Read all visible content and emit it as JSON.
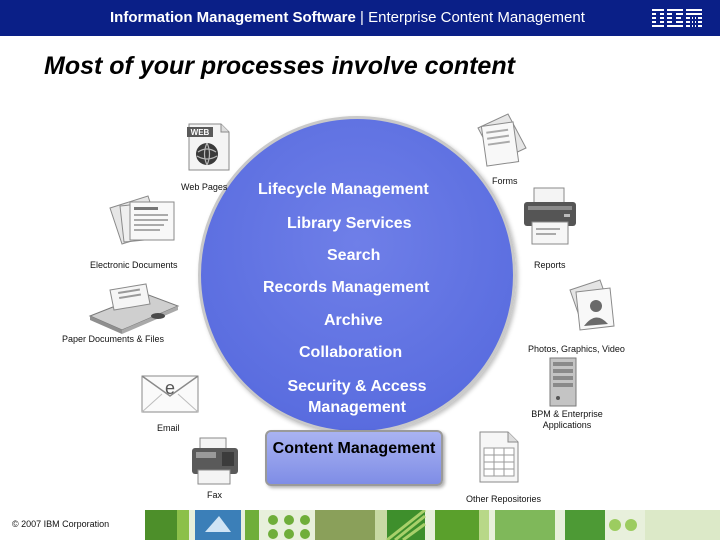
{
  "header": {
    "title_strong": "Information Management Software",
    "separator": " | ",
    "title_rest": "Enterprise Content Management",
    "logo": "IBM"
  },
  "slide": {
    "title": "Most of your processes involve content"
  },
  "services": [
    "Lifecycle Management",
    "Library Services",
    "Search",
    "Records Management",
    "Archive",
    "Collaboration",
    "Security & Access Management"
  ],
  "core": {
    "label": "Content Management"
  },
  "sources_left": [
    {
      "label": "Web Pages",
      "icon": "web-page-icon"
    },
    {
      "label": "Electronic Documents",
      "icon": "electronic-documents-icon"
    },
    {
      "label": "Paper Documents & Files",
      "icon": "scanner-icon"
    },
    {
      "label": "Email",
      "icon": "email-envelope-icon"
    },
    {
      "label": "Fax",
      "icon": "fax-icon"
    }
  ],
  "sources_right": [
    {
      "label": "Forms",
      "icon": "forms-icon"
    },
    {
      "label": "Reports",
      "icon": "printer-icon"
    },
    {
      "label": "Photos, Graphics, Video",
      "icon": "photos-icon"
    },
    {
      "label": "BPM & Enterprise Applications",
      "icon": "server-icon"
    },
    {
      "label": "Other Repositories",
      "icon": "repository-icon"
    }
  ],
  "web_icon_text": "WEB",
  "email_icon_text": "e",
  "footer": {
    "copyright": "© 2007 IBM Corporation"
  },
  "colors": {
    "header_bg": "#0a1f87",
    "circle_fill": "#5b6ee0",
    "core_box": "#8f9ce9",
    "footer_strip_green": "#5aa02c"
  }
}
